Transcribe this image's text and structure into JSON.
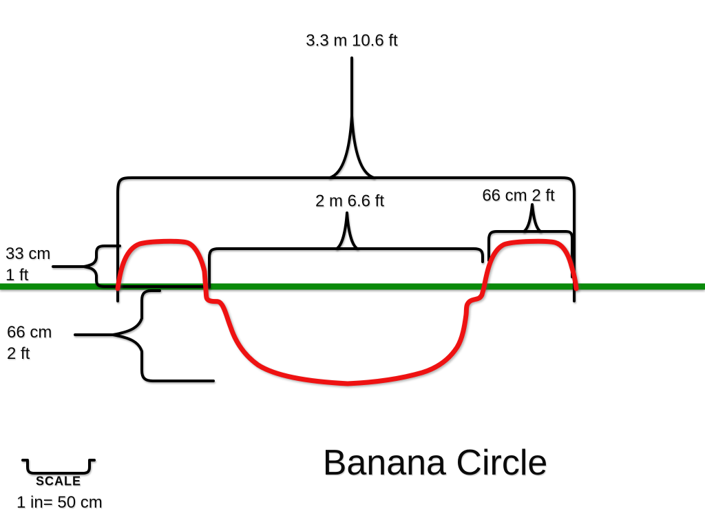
{
  "title": "Banana Circle",
  "colors": {
    "ink": "#000000",
    "profile": "#ee1212",
    "ground": "#0a8a0a"
  },
  "dimensions": {
    "total_width": {
      "label": "3.3 m 10.6 ft"
    },
    "inner_pit_width": {
      "label": "2 m 6.6 ft"
    },
    "berm_width": {
      "label": "66 cm 2 ft"
    },
    "berm_height": {
      "metric": "33 cm",
      "imperial": "1 ft"
    },
    "pit_depth": {
      "metric": "66 cm",
      "imperial": "2 ft"
    }
  },
  "scale": {
    "label": "SCALE",
    "value": "1 in= 50 cm"
  },
  "shapes": {
    "ground_line": "ground-line",
    "profile_curve": "banana-circle-cross-section"
  }
}
